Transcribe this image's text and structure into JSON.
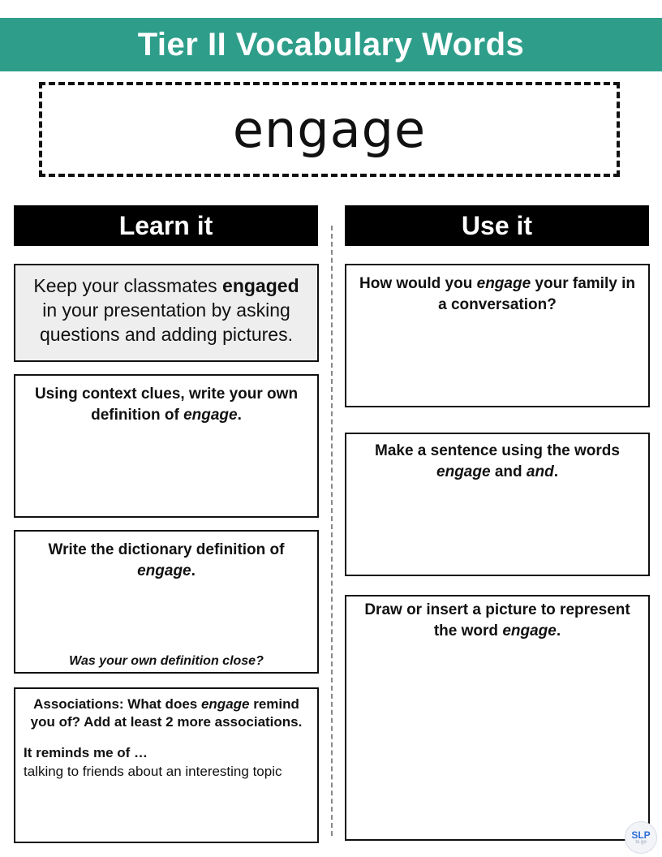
{
  "title": "Tier II Vocabulary Words",
  "word": "engage",
  "columns": {
    "left_header": "Learn it",
    "right_header": "Use it"
  },
  "sentence": {
    "before": "Keep your classmates ",
    "bold": "engaged",
    "after": " in your presentation by asking questions and adding pictures."
  },
  "context_clues": {
    "text": "Using context clues, write your own definition of ",
    "italic_word": "engage",
    "end": "."
  },
  "dictionary": {
    "text": "Write the dictionary definition of ",
    "italic_word": "engage",
    "end": ".",
    "footer": "Was your own definition close?"
  },
  "associations": {
    "text_before": "Associations: What does ",
    "italic_word": "engage",
    "text_after": " remind you of? Add at least 2 more associations.",
    "reminds_label": "It reminds me of …",
    "example": "talking to friends about an interesting topic"
  },
  "use_family": {
    "before": "How would you ",
    "italic_word": "engage",
    "after": " your family in a conversation?"
  },
  "use_sentence": {
    "before": "Make a sentence using the words ",
    "italic_word_1": "engage",
    "middle": " and ",
    "italic_word_2": "and",
    "end": "."
  },
  "use_picture": {
    "before": "Draw or insert a picture to represent the word ",
    "italic_word": "engage",
    "end": "."
  },
  "logo": {
    "text": "SLP",
    "sub": "to go"
  }
}
